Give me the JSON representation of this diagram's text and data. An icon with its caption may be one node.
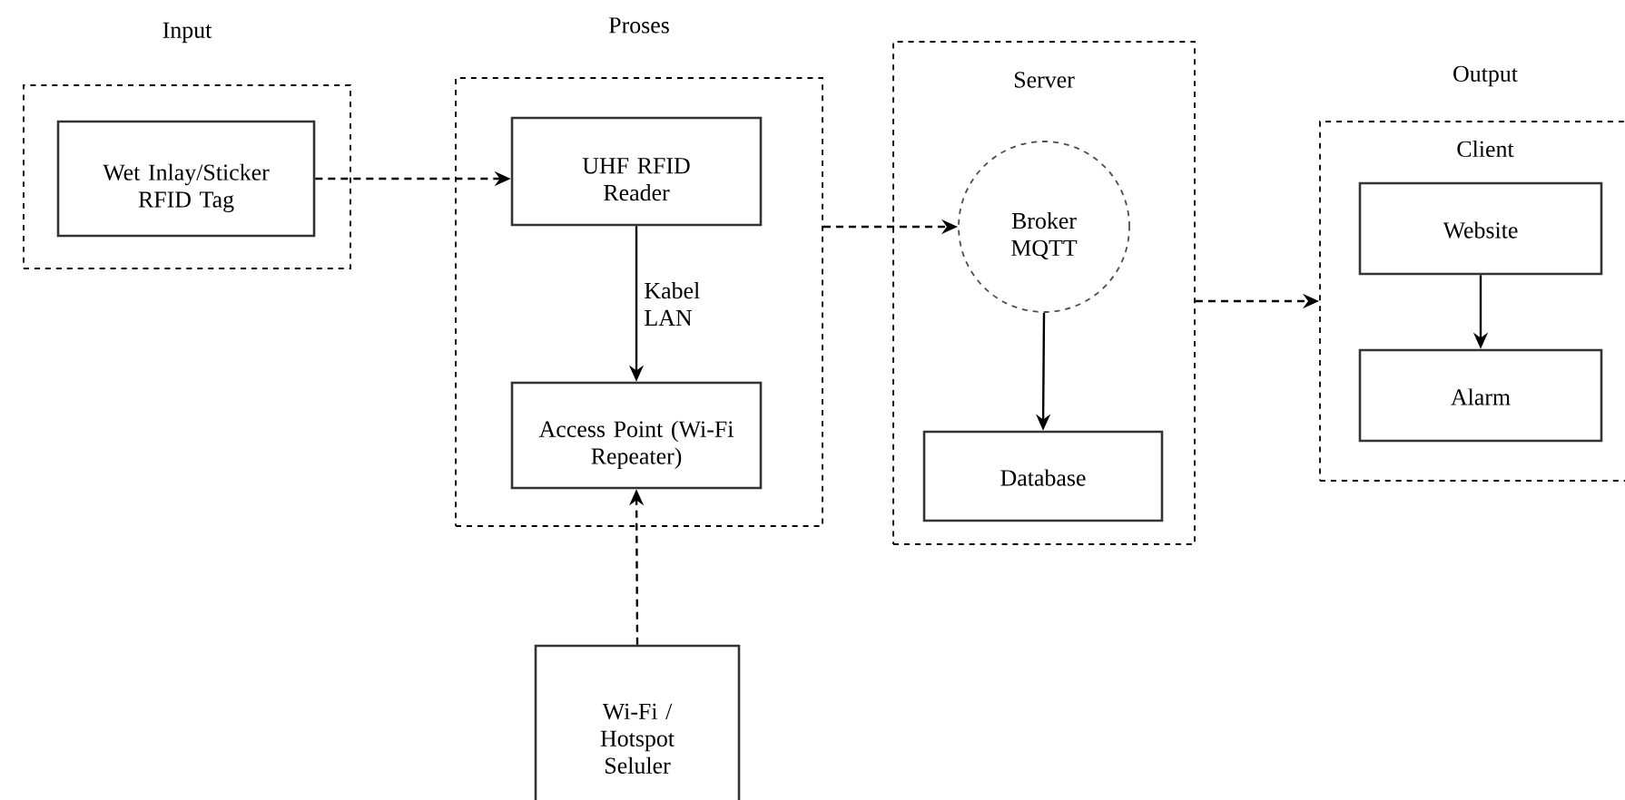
{
  "diagram": {
    "nodes": [
      {
        "text": [
          "Input"
        ]
      },
      {
        "text": [
          "Wet Inlay/Sticker RFID Tag"
        ],
        "in": 0
      },
      {
        "text": [
          "Proses"
        ]
      },
      {
        "text": [
          "UHF RFID Reader"
        ],
        "in": 2
      },
      {
        "text": [
          "Access Point (Wi-Fi Repeater)"
        ],
        "in": 2
      },
      {
        "text": [
          "Server"
        ]
      },
      {
        "text": [
          "Broker MQTT"
        ],
        "in": 5
      },
      {
        "text": [
          "Database"
        ],
        "in": 5
      },
      {
        "text": [
          "Output",
          "Client"
        ]
      },
      {
        "text": [
          "Website"
        ],
        "in": 8
      },
      {
        "text": [
          "Alarm"
        ],
        "in": 8
      },
      {
        "text": [
          "Wi-Fi / Hotspot Seluler"
        ]
      }
    ],
    "edges": [
      {
        "from": 1,
        "to": 3,
        "arrow": "to",
        "style": "dashed"
      },
      {
        "from": 3,
        "to": 4,
        "arrow": "to",
        "label": "Kabel LAN"
      },
      {
        "from": 2,
        "to": 6,
        "arrow": "to",
        "style": "dashed"
      },
      {
        "from": 6,
        "to": 7,
        "arrow": "to"
      },
      {
        "from": 5,
        "to": 8,
        "arrow": "to",
        "style": "dashed"
      },
      {
        "from": 9,
        "to": 10,
        "arrow": "to"
      },
      {
        "from": 11,
        "to": 4,
        "arrow": "to",
        "style": "dashed"
      }
    ]
  }
}
